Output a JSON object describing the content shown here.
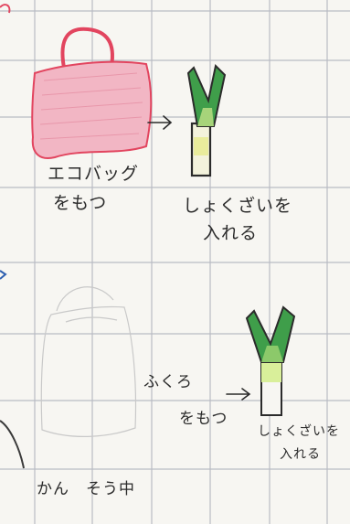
{
  "panel_top": {
    "caption_bag": [
      "エコバッグ",
      "をもつ"
    ],
    "caption_leek": [
      "しょくざいを",
      "入れる"
    ]
  },
  "panel_bottom": {
    "caption_bag": [
      "ふくろ",
      "をもつ"
    ],
    "caption_leek": [
      "しょくざいを",
      "入れる"
    ]
  },
  "footer_note": "かん　そう中",
  "colors": {
    "grid": "#b9bcc4",
    "bag_fill": "#f2b6c4",
    "bag_outline": "#e2455f",
    "leek_green": "#3f9e4a",
    "leek_white": "#f3f2dc",
    "ink": "#2b2b2b"
  }
}
